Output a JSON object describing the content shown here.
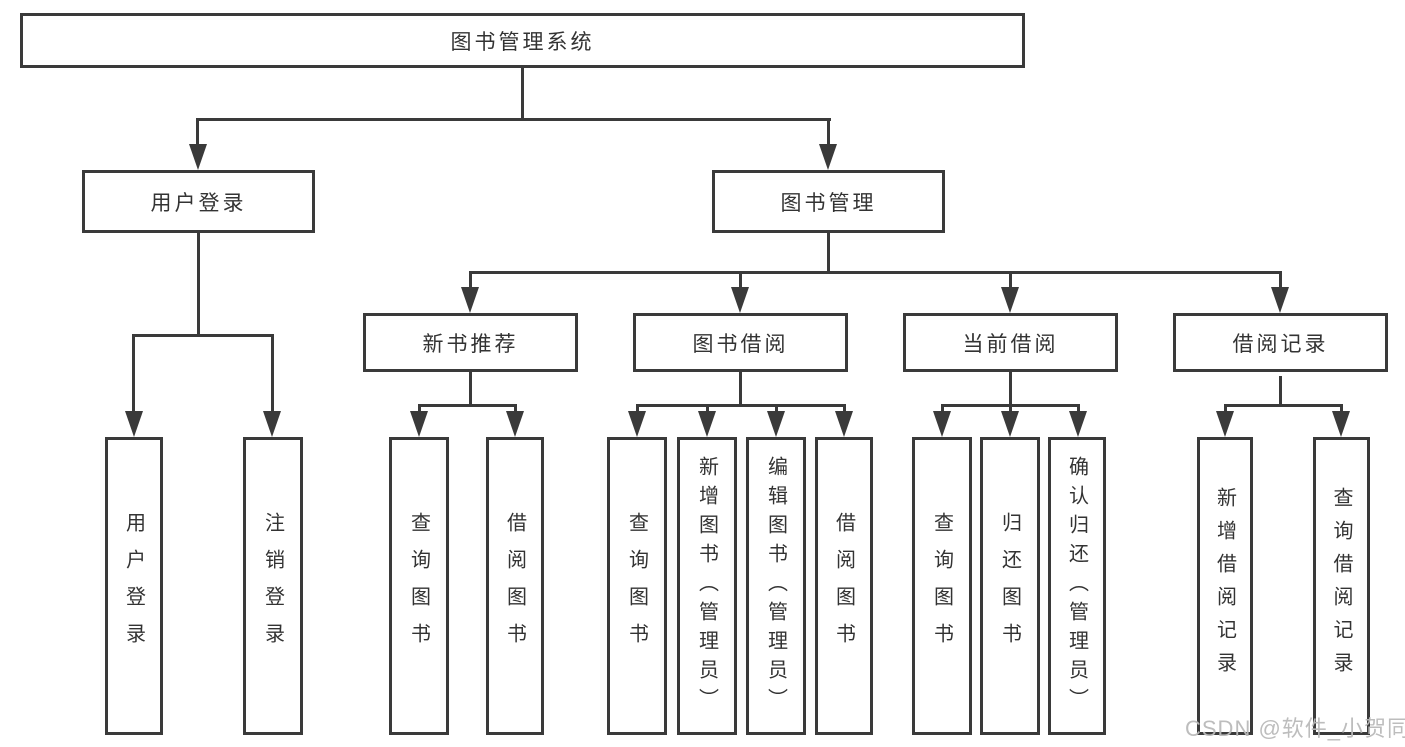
{
  "tree": {
    "label": "图书管理系统",
    "children": [
      {
        "label": "用户登录",
        "children": [
          {
            "label": "用户登录"
          },
          {
            "label": "注销登录"
          }
        ]
      },
      {
        "label": "图书管理",
        "children": [
          {
            "label": "新书推荐",
            "children": [
              {
                "label": "查询图书"
              },
              {
                "label": "借阅图书"
              }
            ]
          },
          {
            "label": "图书借阅",
            "children": [
              {
                "label": "查询图书"
              },
              {
                "label": "新增图书（管理员）"
              },
              {
                "label": "编辑图书（管理员）"
              },
              {
                "label": "借阅图书"
              }
            ]
          },
          {
            "label": "当前借阅",
            "children": [
              {
                "label": "查询图书"
              },
              {
                "label": "归还图书"
              },
              {
                "label": "确认归还（管理员）"
              }
            ]
          },
          {
            "label": "借阅记录",
            "children": [
              {
                "label": "新增借阅记录"
              },
              {
                "label": "查询借阅记录"
              }
            ]
          }
        ]
      }
    ]
  },
  "watermark": "CSDN @软件_小贺同学",
  "colors": {
    "line": "#3a3a3a",
    "text": "#333333",
    "background": "#ffffff",
    "watermark": "#b9b9b9"
  }
}
